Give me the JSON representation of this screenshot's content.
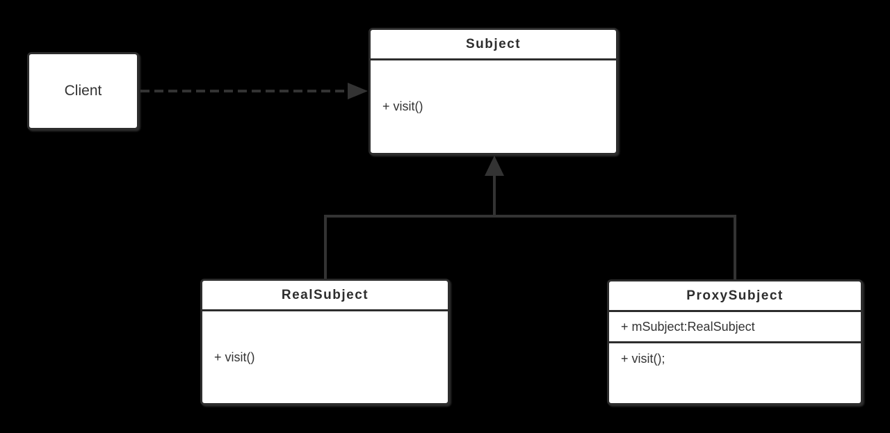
{
  "colors": {
    "background": "#000000",
    "line": "#333333",
    "node_fill": "#ffffff",
    "node_border": "#2d2d2d",
    "text": "#333333"
  },
  "nodes": {
    "client": {
      "label": "Client"
    },
    "subject": {
      "name": "Subject",
      "methods": [
        "+ visit()"
      ]
    },
    "real_subject": {
      "name": "RealSubject",
      "methods": [
        "+ visit()"
      ]
    },
    "proxy_subject": {
      "name": "ProxySubject",
      "attributes": [
        "+ mSubject:RealSubject"
      ],
      "methods": [
        "+ visit();"
      ]
    }
  },
  "edges": [
    {
      "from": "Client",
      "to": "Subject",
      "kind": "dashed dependency arrow"
    },
    {
      "from": "RealSubject",
      "to": "Subject",
      "kind": "generalization (solid triangle)"
    },
    {
      "from": "ProxySubject",
      "to": "Subject",
      "kind": "generalization (solid triangle)"
    }
  ]
}
